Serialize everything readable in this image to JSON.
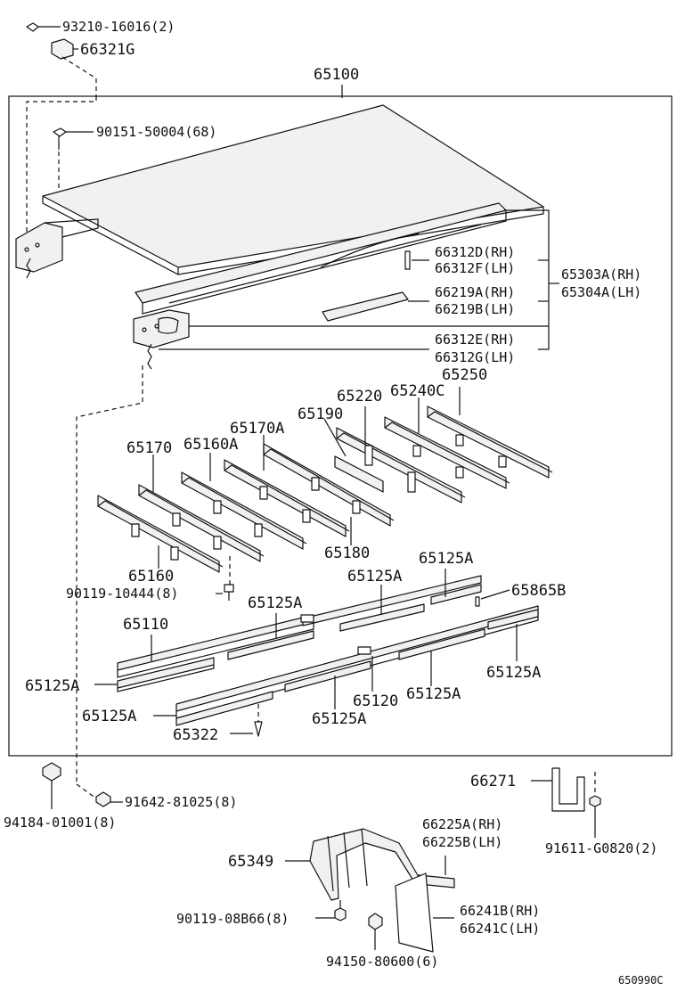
{
  "diagram_code": "650990C",
  "parts": {
    "p93210": "93210-16016(2)",
    "p66321g": "66321G",
    "p65100": "65100",
    "p90151": "90151-50004(68)",
    "p66312d": "66312D(RH)",
    "p66312f": "66312F(LH)",
    "p65303a": "65303A(RH)",
    "p65304a": "65304A(LH)",
    "p66219a": "66219A(RH)",
    "p66219b": "66219B(LH)",
    "p66312e": "66312E(RH)",
    "p66312g": "66312G(LH)",
    "p65250": "65250",
    "p65220": "65220",
    "p65240c": "65240C",
    "p65190": "65190",
    "p65170a": "65170A",
    "p65170": "65170",
    "p65160a": "65160A",
    "p65180": "65180",
    "p65160": "65160",
    "p90119a": "90119-10444(8)",
    "p65125a_1": "65125A",
    "p65125a_2": "65125A",
    "p65125a_3": "65125A",
    "p65865b": "65865B",
    "p65110": "65110",
    "p65125a_4": "65125A",
    "p65125a_5": "65125A",
    "p65120": "65120",
    "p65125a_6": "65125A",
    "p65125a_7": "65125A",
    "p65125a_8": "65125A",
    "p65322": "65322",
    "p66271": "66271",
    "p94184": "94184-01001(8)",
    "p91642": "91642-81025(8)",
    "p91611": "91611-G0820(2)",
    "p66225a": "66225A(RH)",
    "p66225b": "66225B(LH)",
    "p65349": "65349",
    "p66241b": "66241B(RH)",
    "p66241c": "66241C(LH)",
    "p90119b": "90119-08B66(8)",
    "p94150": "94150-80600(6)"
  }
}
